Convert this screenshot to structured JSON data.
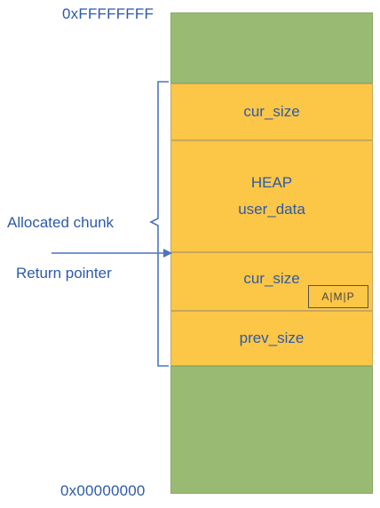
{
  "addresses": {
    "top": "0xFFFFFFFF",
    "bottom": "0x00000000"
  },
  "blocks": {
    "cur_size_top": "cur_size",
    "heap_title": "HEAP",
    "user_data": "user_data",
    "cur_size_next": "cur_size",
    "flags": "A|M|P",
    "prev_size": "prev_size"
  },
  "labels": {
    "allocated_chunk": "Allocated chunk",
    "return_pointer": "Return pointer"
  },
  "colors": {
    "free_memory": "#98ba73",
    "chunk": "#fcc646",
    "text": "#2e5aa8"
  }
}
